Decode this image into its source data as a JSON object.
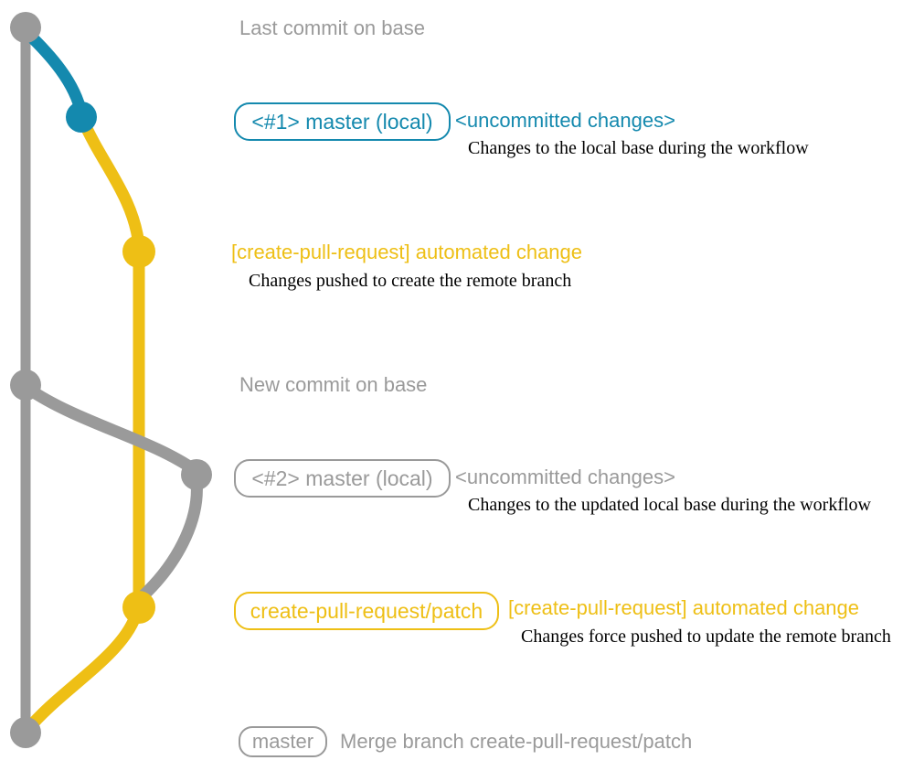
{
  "colors": {
    "gray": "#9a9a9a",
    "teal": "#1489ae",
    "yellow": "#eebf15",
    "caption": "#000000"
  },
  "graph": {
    "nodes": [
      {
        "id": "base-last",
        "label": "Last commit on base",
        "branch": "base",
        "color": "gray"
      },
      {
        "id": "local-1",
        "label": "<#1> master (local)",
        "branch": "master-local",
        "color": "teal"
      },
      {
        "id": "patch-1",
        "label": "[create-pull-request] automated change",
        "branch": "create-pull-request/patch",
        "color": "yellow"
      },
      {
        "id": "base-new",
        "label": "New commit on base",
        "branch": "base",
        "color": "gray"
      },
      {
        "id": "local-2",
        "label": "<#2> master (local)",
        "branch": "master-local",
        "color": "gray"
      },
      {
        "id": "patch-2",
        "label": "[create-pull-request] automated change",
        "branch": "create-pull-request/patch",
        "color": "yellow"
      },
      {
        "id": "merge",
        "label": "Merge branch create-pull-request/patch",
        "branch": "master",
        "color": "gray"
      }
    ]
  },
  "annotations": {
    "last_commit": {
      "text": "Last commit on base"
    },
    "row_local_1": {
      "branch_label": "<#1> master (local)",
      "status": "<uncommitted changes>",
      "caption": "Changes to the local base during the workflow"
    },
    "row_patch_1": {
      "title": "[create-pull-request] automated change",
      "caption": "Changes pushed to create the remote branch"
    },
    "new_commit": {
      "text": "New commit on base"
    },
    "row_local_2": {
      "branch_label": "<#2> master (local)",
      "status": "<uncommitted changes>",
      "caption": "Changes to the updated local base during the workflow"
    },
    "row_patch_2": {
      "branch_label": "create-pull-request/patch",
      "title": "[create-pull-request] automated change",
      "caption": "Changes force pushed to update the remote branch"
    },
    "row_merge": {
      "branch_label": "master",
      "text": "Merge branch create-pull-request/patch"
    }
  }
}
